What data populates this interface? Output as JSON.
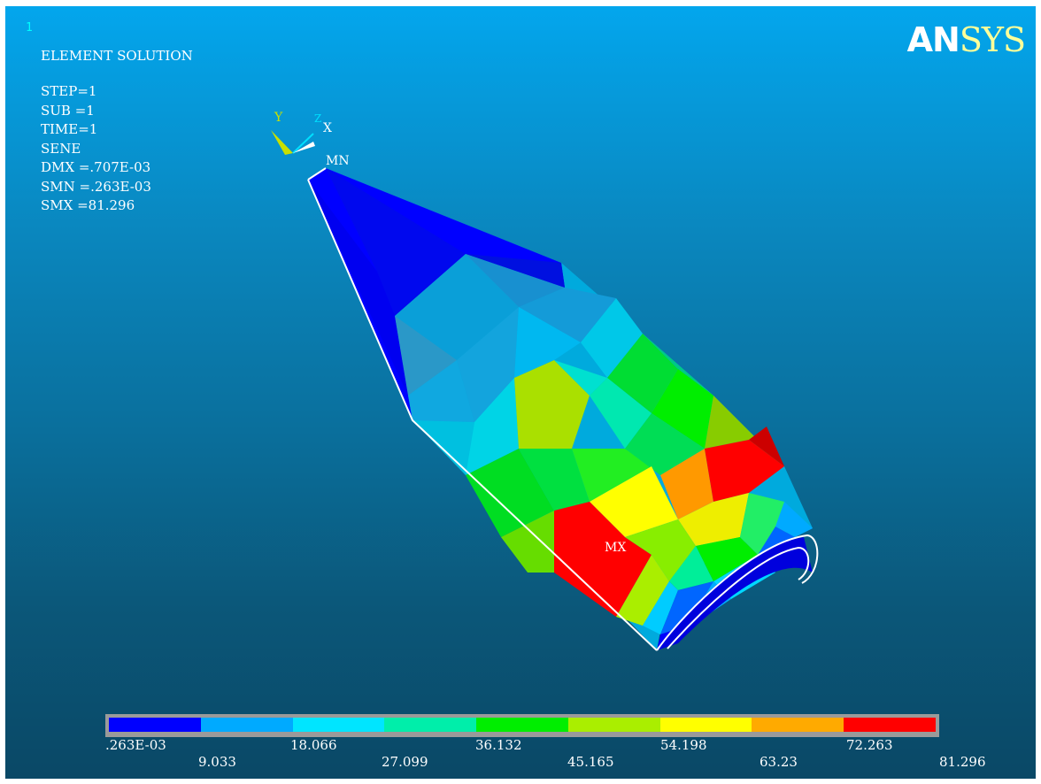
{
  "window_number": "1",
  "title": "ELEMENT SOLUTION",
  "info_lines": [
    "STEP=1",
    "SUB =1",
    "TIME=1",
    "SENE",
    "DMX =.707E-03",
    "SMN =.263E-03",
    "SMX =81.296"
  ],
  "logo": {
    "bold": "AN",
    "light": "SYS"
  },
  "triad": {
    "y": "Y",
    "z": "Z",
    "x": "X"
  },
  "markers": {
    "min": "MN",
    "max": "MX"
  },
  "legend": {
    "colors": [
      "#0000ff",
      "#00aaff",
      "#00e5ff",
      "#00eeaa",
      "#00ee00",
      "#aaee00",
      "#ffff00",
      "#ffaa00",
      "#ff0000"
    ],
    "ticks_top": [
      ".263E-03",
      "18.066",
      "36.132",
      "54.198",
      "72.263"
    ],
    "ticks_bottom": [
      "9.033",
      "27.099",
      "45.165",
      "63.23",
      "81.296"
    ]
  }
}
